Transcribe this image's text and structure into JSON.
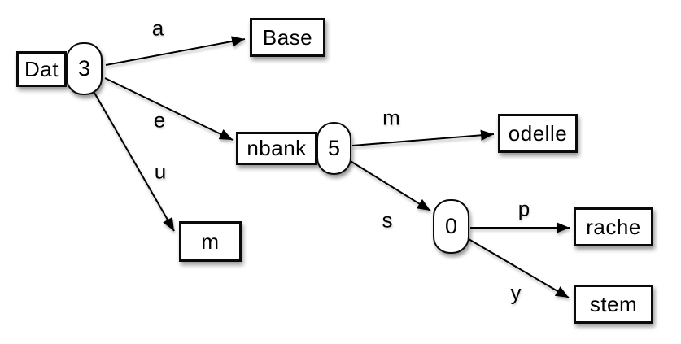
{
  "diagram": {
    "type": "trie-prefix-tree",
    "background_color": "#ffffff",
    "stroke_color": "#000000",
    "node_fill_color": "#ffffff",
    "nodes": [
      {
        "id": "dat",
        "shape": "rect",
        "label": "Dat"
      },
      {
        "id": "count3",
        "shape": "rounded",
        "label": "3"
      },
      {
        "id": "base",
        "shape": "rect",
        "label": "Base"
      },
      {
        "id": "nbank",
        "shape": "rect",
        "label": "nbank"
      },
      {
        "id": "count5",
        "shape": "rounded",
        "label": "5"
      },
      {
        "id": "odelle",
        "shape": "rect",
        "label": "odelle"
      },
      {
        "id": "m",
        "shape": "rect",
        "label": "m"
      },
      {
        "id": "count0",
        "shape": "rounded",
        "label": "0"
      },
      {
        "id": "rache",
        "shape": "rect",
        "label": "rache"
      },
      {
        "id": "stem",
        "shape": "rect",
        "label": "stem"
      }
    ],
    "edges": [
      {
        "label": "a",
        "from": "count3",
        "to": "base"
      },
      {
        "label": "e",
        "from": "count3",
        "to": "nbank"
      },
      {
        "label": "u",
        "from": "count3",
        "to": "m"
      },
      {
        "label": "m",
        "from": "count5",
        "to": "odelle"
      },
      {
        "label": "s",
        "from": "count5",
        "to": "count0"
      },
      {
        "label": "p",
        "from": "count0",
        "to": "rache"
      },
      {
        "label": "y",
        "from": "count0",
        "to": "stem"
      }
    ]
  }
}
